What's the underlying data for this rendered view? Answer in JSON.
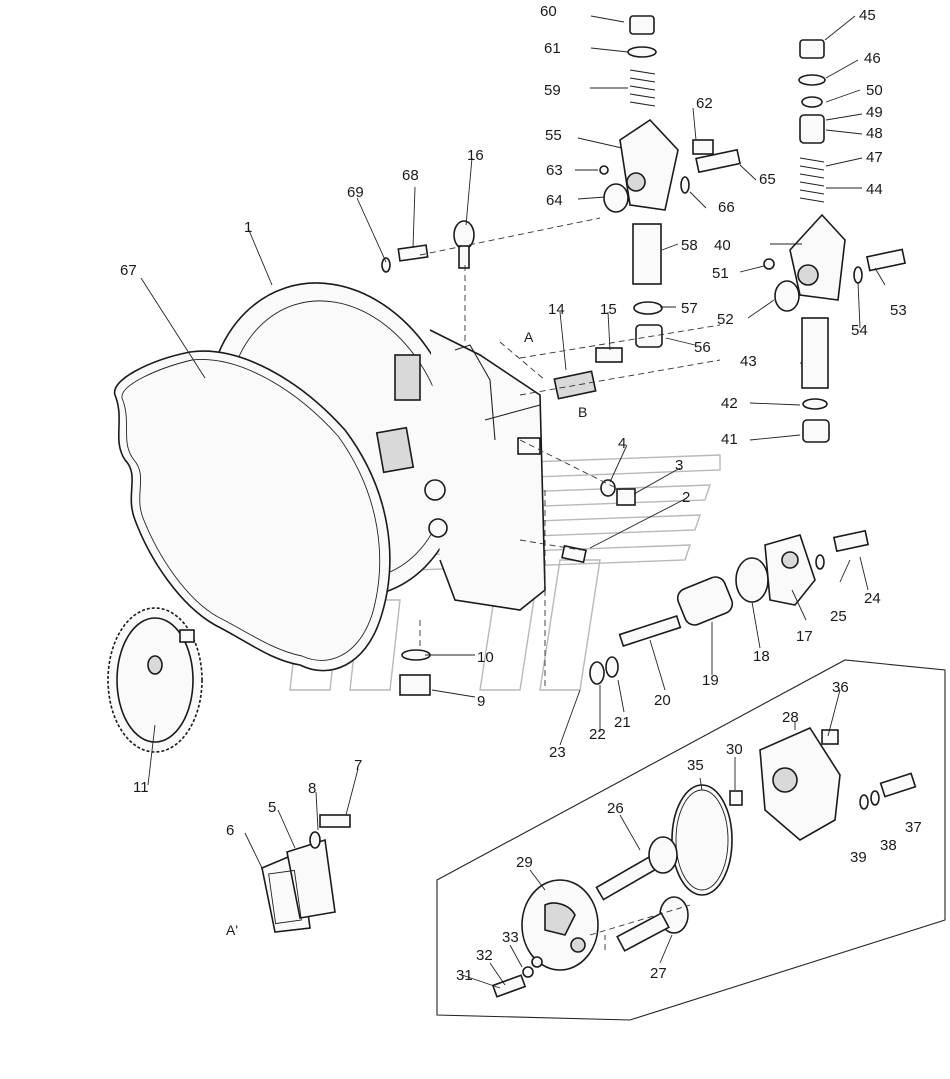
{
  "diagram": {
    "section_letters": [
      "A",
      "B",
      "A'"
    ],
    "part_numbers": [
      "1",
      "2",
      "3",
      "4",
      "5",
      "6",
      "7",
      "8",
      "9",
      "10",
      "11",
      "14",
      "15",
      "16",
      "17",
      "18",
      "19",
      "20",
      "21",
      "22",
      "23",
      "24",
      "25",
      "26",
      "27",
      "28",
      "29",
      "30",
      "31",
      "32",
      "33",
      "35",
      "36",
      "37",
      "38",
      "39",
      "40",
      "41",
      "42",
      "43",
      "44",
      "45",
      "46",
      "47",
      "48",
      "49",
      "50",
      "51",
      "52",
      "53",
      "54",
      "55",
      "56",
      "57",
      "58",
      "59",
      "60",
      "61",
      "62",
      "63",
      "64",
      "65",
      "66",
      "67",
      "68",
      "69"
    ]
  }
}
